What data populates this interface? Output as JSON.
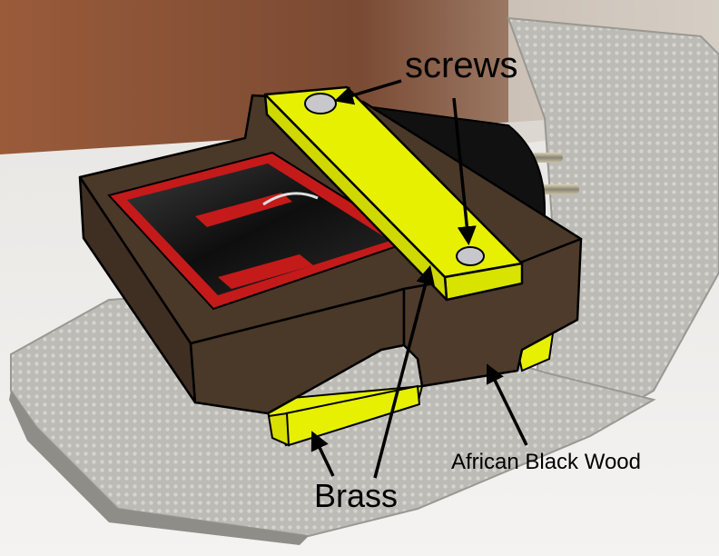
{
  "labels": {
    "screws": "screws",
    "brass": "Brass",
    "wood": "African Black Wood"
  },
  "colors": {
    "wood": "#4a3828",
    "brass": "#e6f000",
    "screw": "#c8c8cc",
    "outline": "#000000",
    "window_red": "#c41a1a",
    "window_dark": "#1a1a1a",
    "stand": "#b4b2ac"
  }
}
